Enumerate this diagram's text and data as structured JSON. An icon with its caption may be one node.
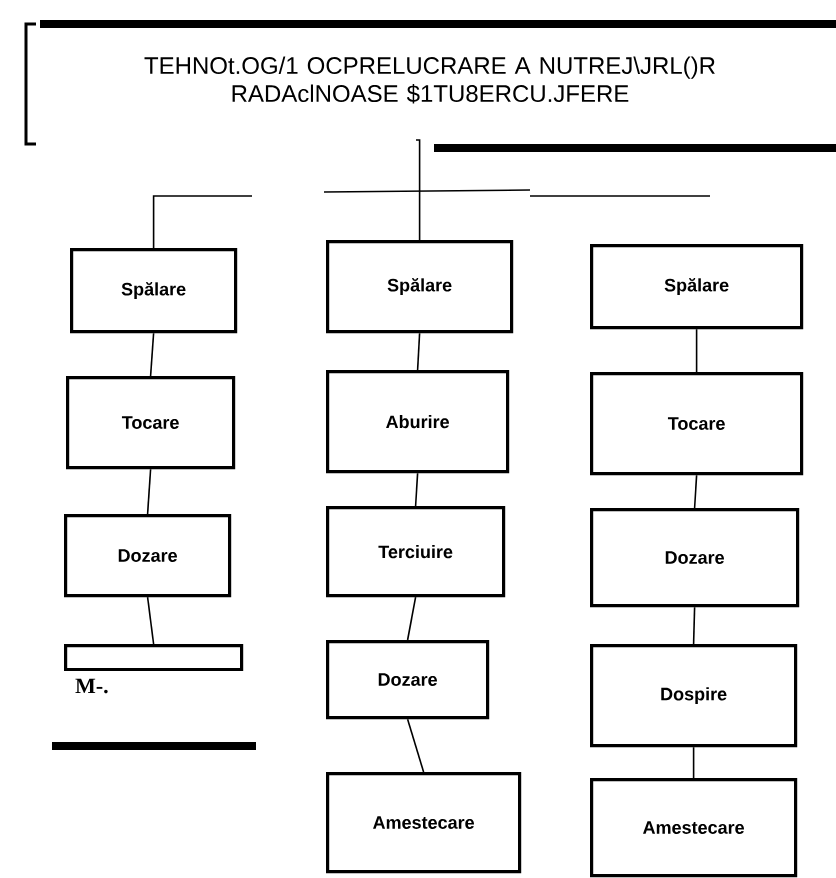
{
  "diagram": {
    "title": "TEHNOt.OG/1 OCPRELUCRARE A NUTREJ\\JRL()R RADAclNOASE $1TU8ERCU.JFERE",
    "nodes": [
      {
        "text": [
          "Spălare"
        ]
      },
      {
        "text": [
          "Tocare"
        ]
      },
      {
        "text": [
          "Dozare"
        ]
      },
      {
        "text": [],
        "shape": "box"
      },
      {
        "text": [
          "Spălare"
        ]
      },
      {
        "text": [
          "Aburire"
        ]
      },
      {
        "text": [
          "Terciuire"
        ]
      },
      {
        "text": [
          "Dozare"
        ]
      },
      {
        "text": [
          "Amestecare"
        ]
      },
      {
        "text": [
          "Spălare"
        ]
      },
      {
        "text": [
          "Tocare"
        ]
      },
      {
        "text": [
          "Dozare"
        ]
      },
      {
        "text": [
          "Dospire"
        ]
      },
      {
        "text": [
          "Amestecare"
        ]
      }
    ],
    "edges": [
      {
        "from": null,
        "to": 0,
        "arrow": "none"
      },
      {
        "from": 0,
        "to": 1,
        "arrow": "none"
      },
      {
        "from": 1,
        "to": 2,
        "arrow": "none"
      },
      {
        "from": 2,
        "to": 3,
        "arrow": "none"
      },
      {
        "from": null,
        "to": 4,
        "arrow": "none"
      },
      {
        "from": 4,
        "to": 5,
        "arrow": "none"
      },
      {
        "from": 5,
        "to": 6,
        "arrow": "none"
      },
      {
        "from": 6,
        "to": 7,
        "arrow": "none"
      },
      {
        "from": 7,
        "to": 8,
        "arrow": "none"
      },
      {
        "from": 9,
        "to": 10,
        "arrow": "none"
      },
      {
        "from": 10,
        "to": 11,
        "arrow": "none"
      },
      {
        "from": 11,
        "to": 12,
        "arrow": "none"
      },
      {
        "from": 12,
        "to": 13,
        "arrow": "none"
      }
    ],
    "labels": [
      "M-."
    ]
  }
}
